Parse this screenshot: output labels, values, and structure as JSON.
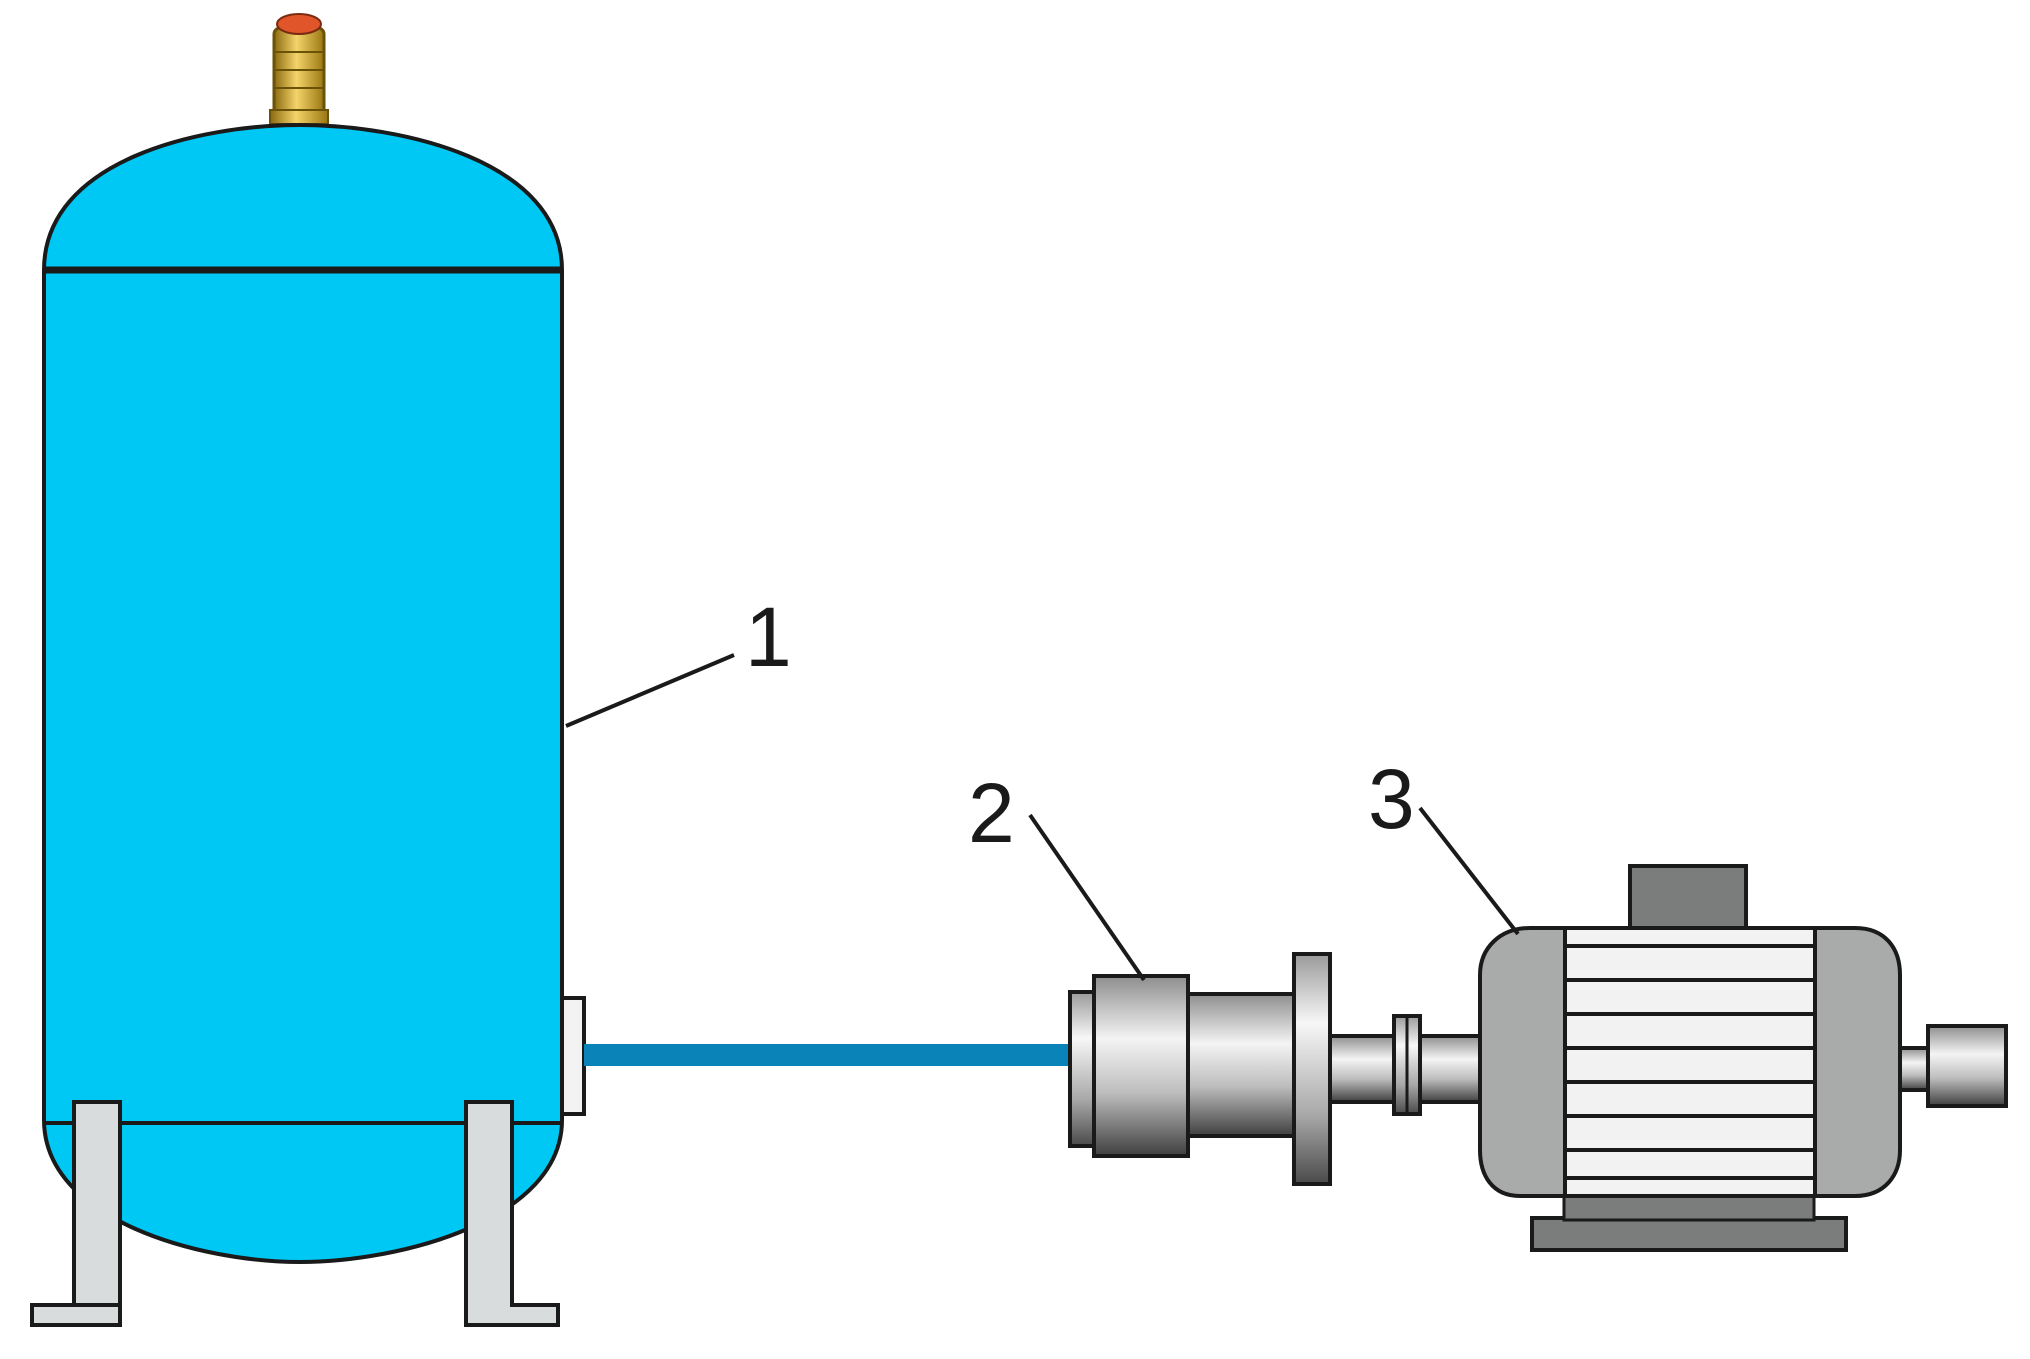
{
  "callouts": [
    {
      "id": "1",
      "label": "1",
      "refers_to": "vessel-tank"
    },
    {
      "id": "2",
      "label": "2",
      "refers_to": "pump-unit"
    },
    {
      "id": "3",
      "label": "3",
      "refers_to": "electric-motor"
    }
  ],
  "colors": {
    "tank_fill": "#00c8f5",
    "outline": "#1a1a1a",
    "pipe": "#0a84b8",
    "support_leg": "#d9dcdc",
    "valve_brass": "#c9a227",
    "valve_cap": "#e0552a",
    "motor_grey": "#a9abab",
    "motor_dark": "#7b7d7d",
    "fin_light": "#f2f2f2",
    "background": "#ffffff"
  }
}
